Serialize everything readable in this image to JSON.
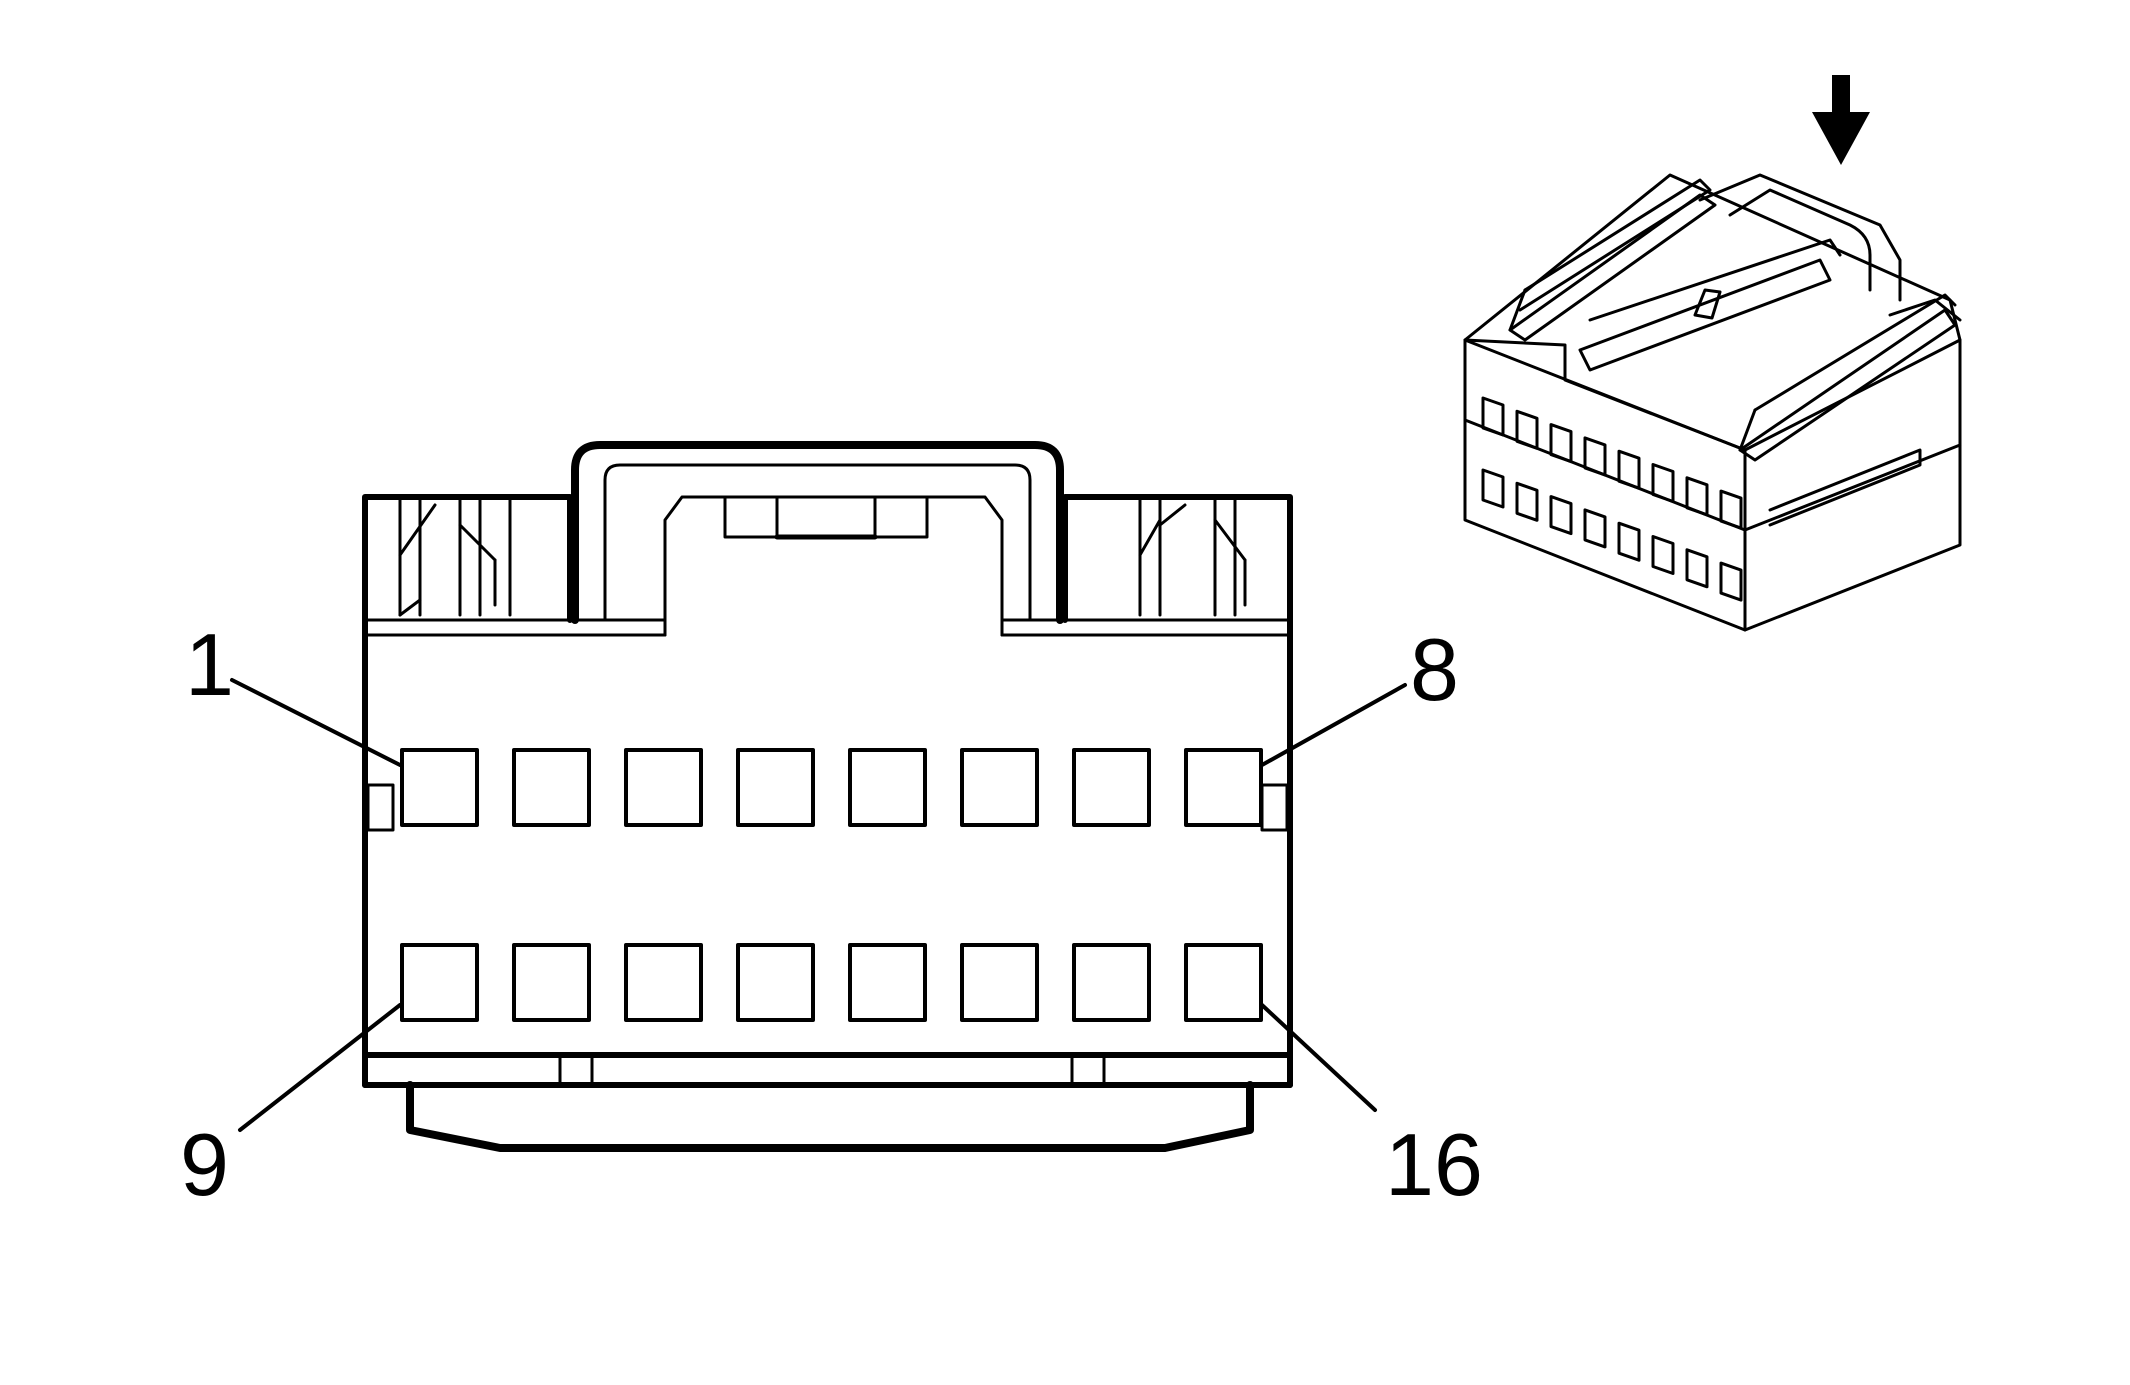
{
  "diagram": {
    "pin_labels": {
      "first_top": "1",
      "last_top": "8",
      "first_bottom": "9",
      "last_bottom": "16"
    },
    "pin_rows": 2,
    "pins_per_row": 8,
    "total_pins": 16,
    "stroke_color": "#000000",
    "background_color": "#ffffff",
    "inset_view_indicator": "down-arrow-icon"
  }
}
